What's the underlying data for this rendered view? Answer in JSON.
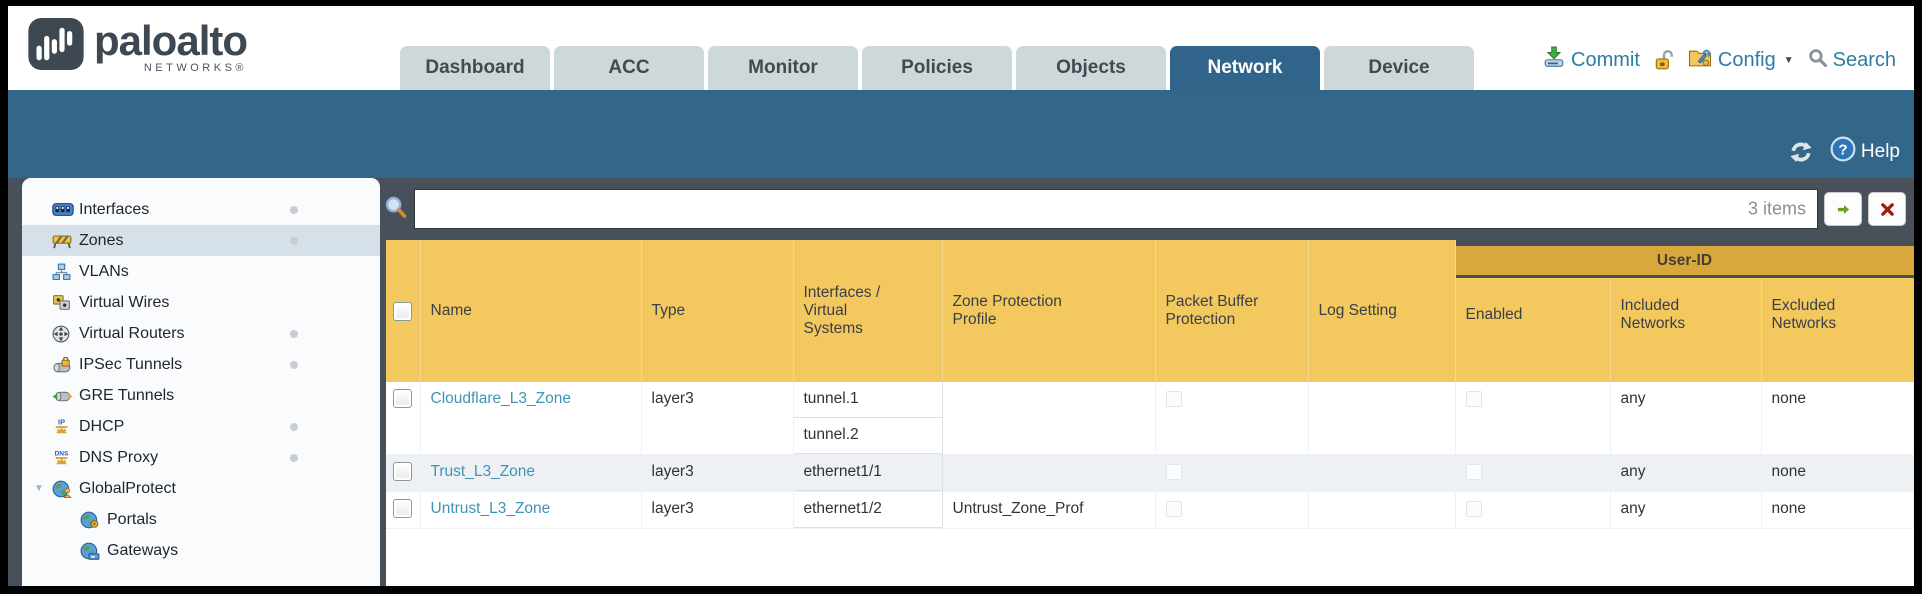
{
  "brand": {
    "logo_text": "paloalto",
    "logo_sub": "NETWORKS®"
  },
  "nav_tabs": [
    {
      "label": "Dashboard",
      "active": false
    },
    {
      "label": "ACC",
      "active": false
    },
    {
      "label": "Monitor",
      "active": false
    },
    {
      "label": "Policies",
      "active": false
    },
    {
      "label": "Objects",
      "active": false
    },
    {
      "label": "Network",
      "active": true
    },
    {
      "label": "Device",
      "active": false
    }
  ],
  "toolbar": {
    "commit_label": "Commit",
    "config_label": "Config",
    "search_label": "Search"
  },
  "band": {
    "help_label": "Help"
  },
  "sidebar": {
    "items": [
      {
        "label": "Interfaces",
        "icon": "interfaces-icon",
        "selected": false,
        "dot": true
      },
      {
        "label": "Zones",
        "icon": "zones-icon",
        "selected": true,
        "dot": true
      },
      {
        "label": "VLANs",
        "icon": "vlans-icon",
        "selected": false,
        "dot": false
      },
      {
        "label": "Virtual Wires",
        "icon": "virtual-wires-icon",
        "selected": false,
        "dot": false
      },
      {
        "label": "Virtual Routers",
        "icon": "virtual-routers-icon",
        "selected": false,
        "dot": true
      },
      {
        "label": "IPSec Tunnels",
        "icon": "ipsec-tunnels-icon",
        "selected": false,
        "dot": true
      },
      {
        "label": "GRE Tunnels",
        "icon": "gre-tunnels-icon",
        "selected": false,
        "dot": false
      },
      {
        "label": "DHCP",
        "icon": "dhcp-icon",
        "selected": false,
        "dot": true
      },
      {
        "label": "DNS Proxy",
        "icon": "dns-proxy-icon",
        "selected": false,
        "dot": true
      },
      {
        "label": "GlobalProtect",
        "icon": "globalprotect-icon",
        "selected": false,
        "dot": false,
        "expandable": true
      },
      {
        "label": "Portals",
        "icon": "portals-icon",
        "selected": false,
        "dot": false,
        "child": true
      },
      {
        "label": "Gateways",
        "icon": "gateways-icon",
        "selected": false,
        "dot": false,
        "child": true
      }
    ]
  },
  "search": {
    "items_count": "3 items"
  },
  "table": {
    "group_header": "User-ID",
    "columns": [
      "Name",
      "Type",
      "Interfaces / Virtual Systems",
      "Zone Protection Profile",
      "Packet Buffer Protection",
      "Log Setting",
      "Enabled",
      "Included Networks",
      "Excluded Networks"
    ],
    "rows": [
      {
        "name": "Cloudflare_L3_Zone",
        "type": "layer3",
        "interfaces": [
          "tunnel.1",
          "tunnel.2"
        ],
        "zone_protection_profile": "",
        "packet_buffer_protection_checked": false,
        "log_setting": "",
        "user_id_enabled_checked": false,
        "included_networks": "any",
        "excluded_networks": "none"
      },
      {
        "name": "Trust_L3_Zone",
        "type": "layer3",
        "interfaces": [
          "ethernet1/1"
        ],
        "zone_protection_profile": "",
        "packet_buffer_protection_checked": false,
        "log_setting": "",
        "user_id_enabled_checked": false,
        "included_networks": "any",
        "excluded_networks": "none"
      },
      {
        "name": "Untrust_L3_Zone",
        "type": "layer3",
        "interfaces": [
          "ethernet1/2"
        ],
        "zone_protection_profile": "Untrust_Zone_Prof",
        "packet_buffer_protection_checked": false,
        "log_setting": "",
        "user_id_enabled_checked": false,
        "included_networks": "any",
        "excluded_networks": "none"
      }
    ]
  },
  "colors": {
    "teal_band": "#33678a",
    "header_gold": "#f2c85f",
    "group_gold": "#d9a83d",
    "link_blue": "#3f93b5",
    "page_dark": "#48505a"
  }
}
